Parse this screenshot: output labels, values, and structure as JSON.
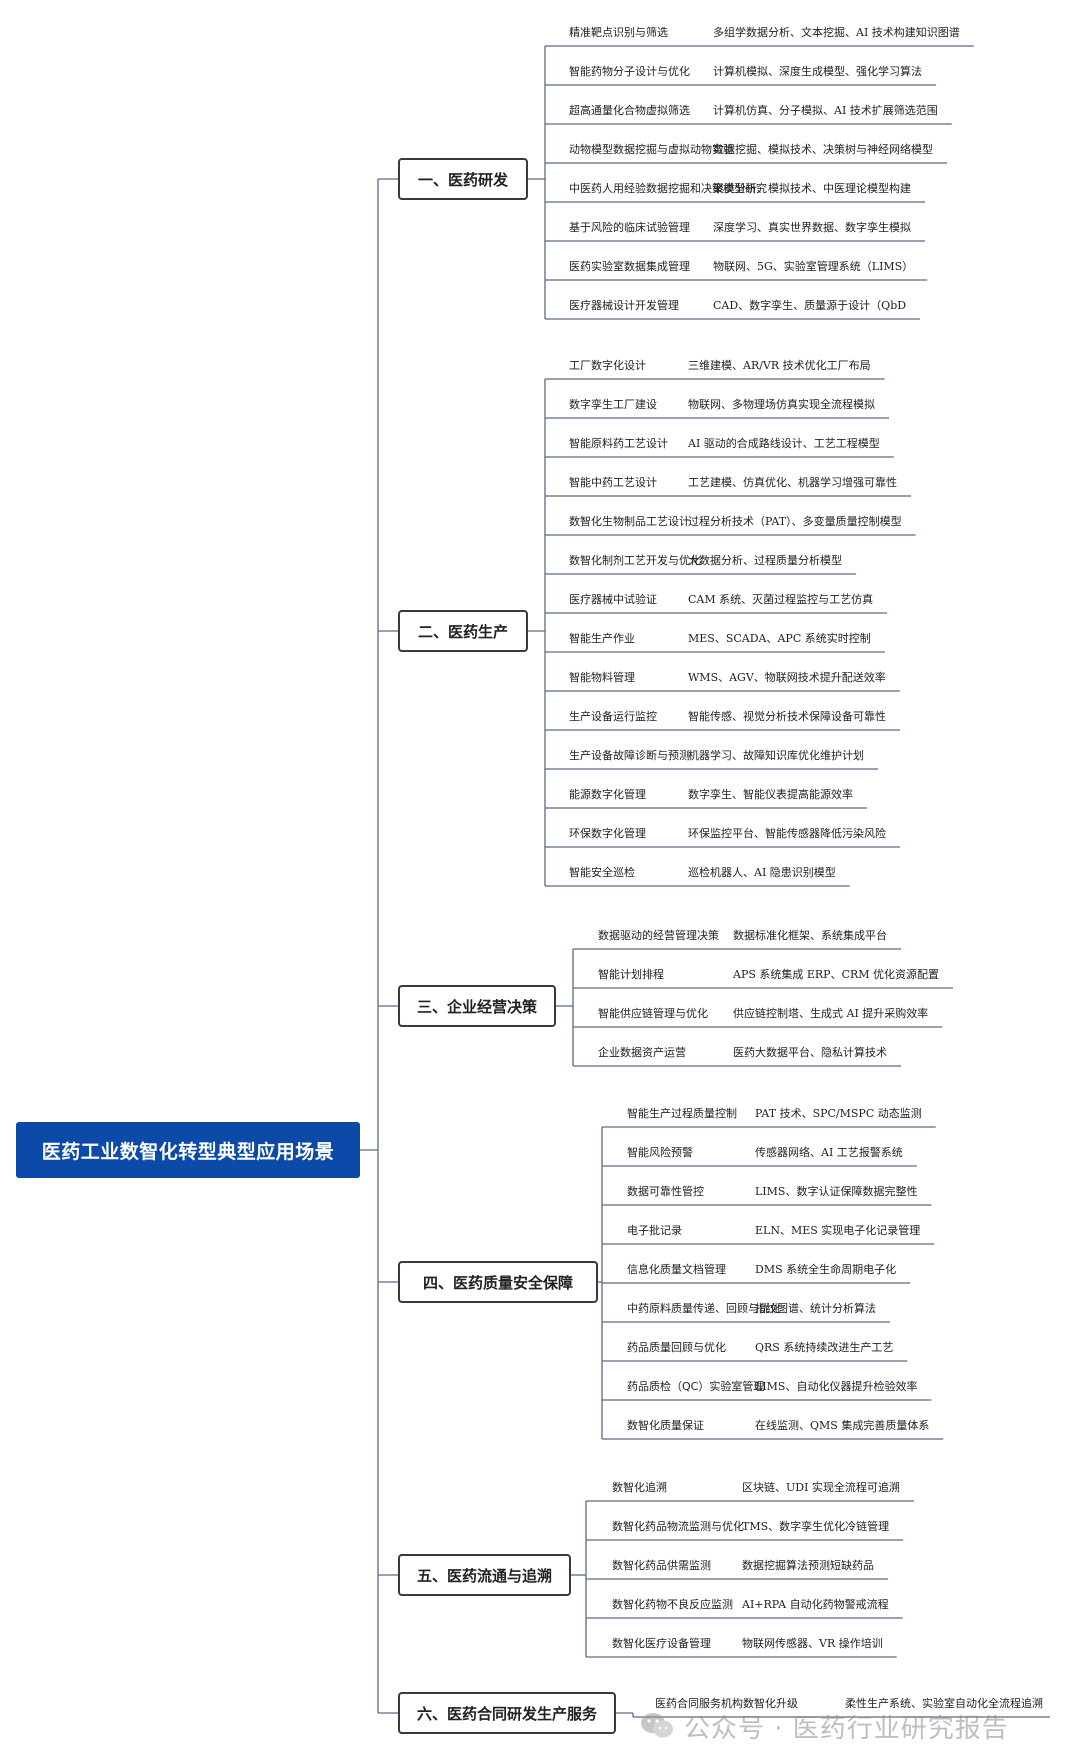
{
  "root": {
    "title": "医药工业数智化转型典型应用场景"
  },
  "categories": [
    {
      "label": "一、医药研发",
      "items": [
        {
          "scene": "精准靶点识别与筛选",
          "tech": "多组学数据分析、文本挖掘、AI 技术构建知识图谱"
        },
        {
          "scene": "智能药物分子设计与优化",
          "tech": "计算机模拟、深度生成模型、强化学习算法"
        },
        {
          "scene": "超高通量化合物虚拟筛选",
          "tech": "计算机仿真、分子模拟、AI 技术扩展筛选范围"
        },
        {
          "scene": "动物模型数据挖掘与虚拟动物实验",
          "tech": "数据挖掘、模拟技术、决策树与神经网络模型"
        },
        {
          "scene": "中医药人用经验数据挖掘和决策模型研究",
          "tech": "聚类分析、模拟技术、中医理论模型构建"
        },
        {
          "scene": "基于风险的临床试验管理",
          "tech": "深度学习、真实世界数据、数字孪生模拟"
        },
        {
          "scene": "医药实验室数据集成管理",
          "tech": "物联网、5G、实验室管理系统（LIMS）"
        },
        {
          "scene": "医疗器械设计开发管理",
          "tech": "CAD、数字孪生、质量源于设计（QbD"
        }
      ]
    },
    {
      "label": "二、医药生产",
      "items": [
        {
          "scene": "工厂数字化设计",
          "tech": "三维建模、AR/VR 技术优化工厂布局"
        },
        {
          "scene": "数字孪生工厂建设",
          "tech": "物联网、多物理场仿真实现全流程模拟"
        },
        {
          "scene": "智能原料药工艺设计",
          "tech": "AI 驱动的合成路线设计、工艺工程模型"
        },
        {
          "scene": "智能中药工艺设计",
          "tech": "工艺建模、仿真优化、机器学习增强可靠性"
        },
        {
          "scene": "数智化生物制品工艺设计",
          "tech": "过程分析技术（PAT）、多变量质量控制模型"
        },
        {
          "scene": "数智化制剂工艺开发与优化",
          "tech": "大数据分析、过程质量分析模型"
        },
        {
          "scene": "医疗器械中试验证",
          "tech": "CAM 系统、灭菌过程监控与工艺仿真"
        },
        {
          "scene": "智能生产作业",
          "tech": "MES、SCADA、APC 系统实时控制"
        },
        {
          "scene": "智能物料管理",
          "tech": "WMS、AGV、物联网技术提升配送效率"
        },
        {
          "scene": "生产设备运行监控",
          "tech": "智能传感、视觉分析技术保障设备可靠性"
        },
        {
          "scene": "生产设备故障诊断与预测",
          "tech": "机器学习、故障知识库优化维护计划"
        },
        {
          "scene": "能源数字化管理",
          "tech": "数字孪生、智能仪表提高能源效率"
        },
        {
          "scene": "环保数字化管理",
          "tech": "环保监控平台、智能传感器降低污染风险"
        },
        {
          "scene": "智能安全巡检",
          "tech": "巡检机器人、AI 隐患识别模型"
        }
      ]
    },
    {
      "label": "三、企业经营决策",
      "items": [
        {
          "scene": "数据驱动的经营管理决策",
          "tech": "数据标准化框架、系统集成平台"
        },
        {
          "scene": "智能计划排程",
          "tech": "APS 系统集成 ERP、CRM 优化资源配置"
        },
        {
          "scene": "智能供应链管理与优化",
          "tech": "供应链控制塔、生成式 AI 提升采购效率"
        },
        {
          "scene": "企业数据资产运营",
          "tech": "医药大数据平台、隐私计算技术"
        }
      ]
    },
    {
      "label": "四、医药质量安全保障",
      "items": [
        {
          "scene": "智能生产过程质量控制",
          "tech": "PAT 技术、SPC/MSPC 动态监测"
        },
        {
          "scene": "智能风险预警",
          "tech": "传感器网络、AI 工艺报警系统"
        },
        {
          "scene": "数据可靠性管控",
          "tech": "LIMS、数字认证保障数据完整性"
        },
        {
          "scene": "电子批记录",
          "tech": "ELN、MES 实现电子化记录管理"
        },
        {
          "scene": "信息化质量文档管理",
          "tech": "DMS 系统全生命周期电子化"
        },
        {
          "scene": "中药原料质量传递、回顾与优化",
          "tech": "指纹图谱、统计分析算法"
        },
        {
          "scene": "药品质量回顾与优化",
          "tech": "QRS 系统持续改进生产工艺"
        },
        {
          "scene": "药品质检（QC）实验室管理",
          "tech": "LIMS、自动化仪器提升检验效率"
        },
        {
          "scene": "数智化质量保证",
          "tech": "在线监测、QMS 集成完善质量体系"
        }
      ]
    },
    {
      "label": "五、医药流通与追溯",
      "items": [
        {
          "scene": "数智化追溯",
          "tech": "区块链、UDI 实现全流程可追溯"
        },
        {
          "scene": "数智化药品物流监测与优化",
          "tech": "TMS、数字孪生优化冷链管理"
        },
        {
          "scene": "数智化药品供需监测",
          "tech": "数据挖掘算法预测短缺药品"
        },
        {
          "scene": "数智化药物不良反应监测",
          "tech": "AI+RPA 自动化药物警戒流程"
        },
        {
          "scene": "数智化医疗设备管理",
          "tech": "物联网传感器、VR 操作培训"
        }
      ]
    },
    {
      "label": "六、医药合同研发生产服务",
      "items": [
        {
          "scene": "医药合同服务机构数智化升级",
          "tech": "柔性生产系统、实验室自动化全流程追溯"
        }
      ]
    }
  ],
  "watermark": {
    "icon": "wechat-icon",
    "text": "公众号 · 医药行业研究报告"
  },
  "colors": {
    "root_bg": "#0b4aa8",
    "line": "#5a6b85"
  }
}
